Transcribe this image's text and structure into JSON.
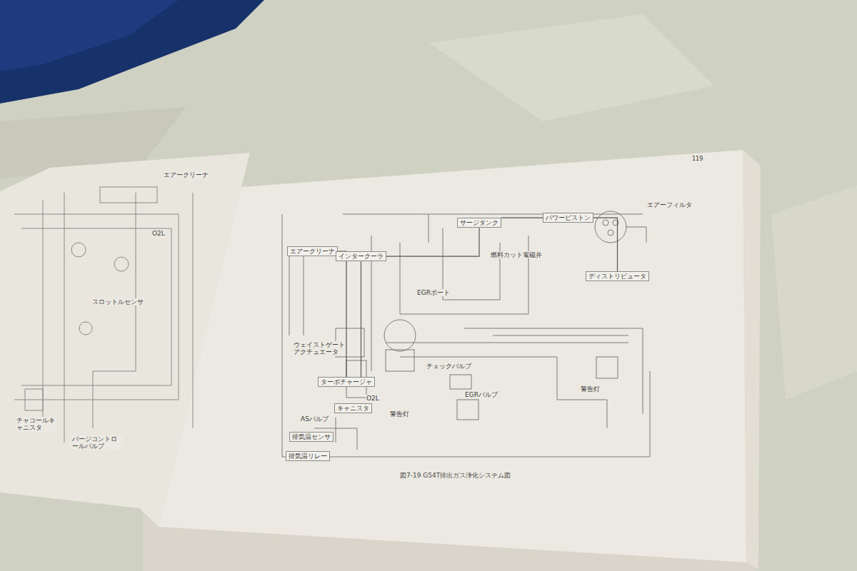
{
  "diagram": {
    "caption": "図7-19 G54T排出ガス浄化システム図",
    "nodes": [
      {
        "text": [
          "エアークリーナ"
        ]
      },
      {
        "text": [
          "サージタンク"
        ]
      },
      {
        "text": [
          "インタークーラ"
        ]
      },
      {
        "text": [
          "パワーピストン"
        ]
      },
      {
        "text": [
          "ディストリビュータ"
        ]
      },
      {
        "text": [
          "ターボチャージャ"
        ]
      },
      {
        "text": [
          "キャニスタ"
        ]
      },
      {
        "text": [
          "排気温センサ"
        ]
      },
      {
        "text": [
          "排気温リレー"
        ]
      }
    ],
    "edges": [
      {
        "from": 0,
        "to": 5,
        "arrow": "none"
      },
      {
        "from": 5,
        "to": 2,
        "arrow": "none"
      },
      {
        "from": 2,
        "to": 1,
        "arrow": "none"
      },
      {
        "from": 1,
        "to": 3,
        "arrow": "none"
      },
      {
        "from": 3,
        "to": 4,
        "arrow": "none"
      }
    ],
    "labels": [
      "119",
      "エアーフィルタ",
      "EGRポート",
      "警告灯",
      "ASバルブ",
      "O2L",
      "ウェイストゲートアクチュエータ",
      "燃料カット電磁弁",
      "EGRバルブ",
      "チェックバルブ",
      "警告灯",
      "エアークリーナ",
      "スロットルセンサ",
      "チャコールキャニスタ",
      "パージコントロールバルブ",
      "O2L"
    ]
  }
}
